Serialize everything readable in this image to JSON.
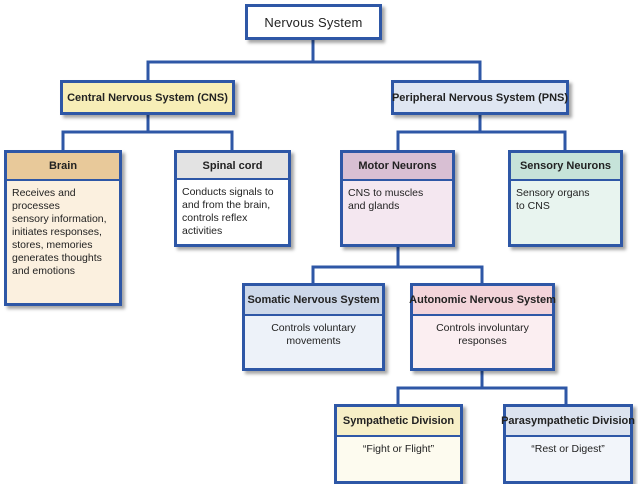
{
  "colors": {
    "line": "#2e57a6",
    "cns_header": "#f7eeb7",
    "pns_header": "#dfe6f2",
    "brain_header": "#e8c99a",
    "brain_body": "#fbf0df",
    "spinal_header": "#e3e3e3",
    "motor_header": "#d8bfd3",
    "motor_body": "#f4e7f0",
    "sensory_header": "#c6e3d9",
    "sensory_body": "#e8f4ef",
    "somatic_header": "#cdd8e9",
    "somatic_body": "#edf2f9",
    "autonomic_header": "#f3d4da",
    "autonomic_body": "#fbeef1",
    "sympathetic_header": "#f7efc7",
    "sympathetic_body": "#fdfbef",
    "parasympathetic_header": "#dce3ef",
    "parasympathetic_body": "#f2f5fa"
  },
  "nodes": {
    "root": {
      "title": "Nervous System"
    },
    "cns": {
      "title": "Central Nervous System (CNS)"
    },
    "pns": {
      "title": "Peripheral Nervous System (PNS)"
    },
    "brain": {
      "title": "Brain",
      "body": "Receives and processes\nsensory information,\ninitiates responses,\nstores, memories\ngenerates thoughts\nand emotions"
    },
    "spinal": {
      "title": "Spinal cord",
      "body": "Conducts signals to\nand from the brain,\ncontrols reflex activities"
    },
    "motor": {
      "title": "Motor Neurons",
      "body": "CNS to muscles\nand glands"
    },
    "sensory": {
      "title": "Sensory Neurons",
      "body": "Sensory organs\nto CNS"
    },
    "somatic": {
      "title": "Somatic Nervous System",
      "body": "Controls voluntary\nmovements"
    },
    "autonomic": {
      "title": "Autonomic Nervous System",
      "body": "Controls involuntary\nresponses"
    },
    "sympathetic": {
      "title": "Sympathetic Division",
      "body": "“Fight or Flight”"
    },
    "parasympathetic": {
      "title": "Parasympathetic Division",
      "body": "“Rest or Digest”"
    }
  }
}
